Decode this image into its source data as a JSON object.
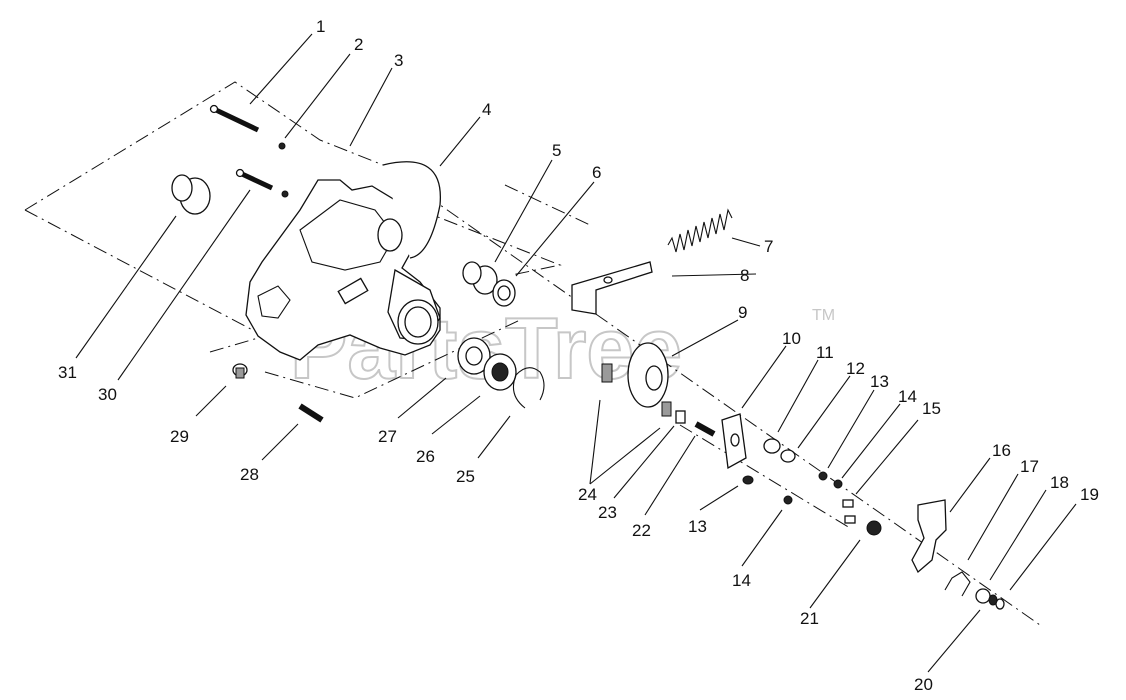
{
  "watermark": {
    "text": "PartsTree",
    "tm": "TM"
  },
  "callouts": [
    "1",
    "2",
    "3",
    "4",
    "5",
    "6",
    "7",
    "8",
    "9",
    "10",
    "11",
    "12",
    "13",
    "14",
    "15",
    "16",
    "17",
    "18",
    "19",
    "20",
    "21",
    "22",
    "23",
    "24",
    "25",
    "26",
    "27",
    "28",
    "29",
    "30",
    "31",
    "13",
    "14"
  ]
}
